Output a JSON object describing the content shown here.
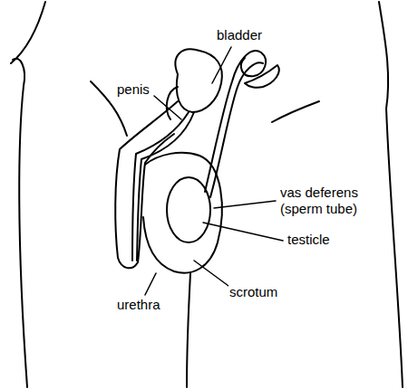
{
  "diagram": {
    "labels": [
      "bladder",
      "penis",
      "vas deferens (sperm tube)",
      "testicle",
      "scrotum",
      "urethra"
    ]
  }
}
